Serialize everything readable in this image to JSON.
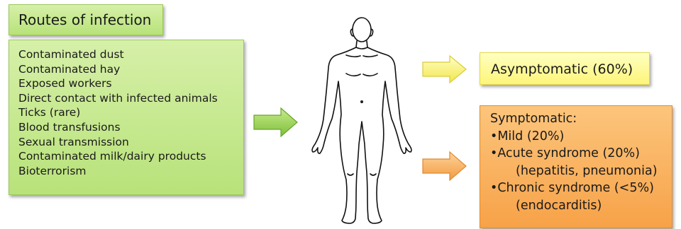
{
  "routes": {
    "title": "Routes of infection",
    "items": [
      "Contaminated dust",
      "Contaminated hay",
      "Exposed workers",
      "Direct contact with infected animals",
      "Ticks (rare)",
      "Blood transfusions",
      "Sexual transmission",
      "Contaminated milk/dairy products",
      "Bioterrorism"
    ]
  },
  "outcomes": {
    "asymptomatic": "Asymptomatic (60%)",
    "symptomatic": {
      "heading": "Symptomatic:",
      "mild": "•Mild (20%)",
      "acute": "•Acute syndrome (20%)",
      "acute_detail": "(hepatitis, pneumonia)",
      "chronic": "•Chronic syndrome (<5%)",
      "chronic_detail": "(endocarditis)"
    }
  },
  "colors": {
    "routes": "#b8e27a",
    "asymptomatic": "#fdf57a",
    "symptomatic": "#f7a248"
  },
  "icons": {
    "figure": "human-body-outline",
    "arrows": "right-arrow"
  }
}
